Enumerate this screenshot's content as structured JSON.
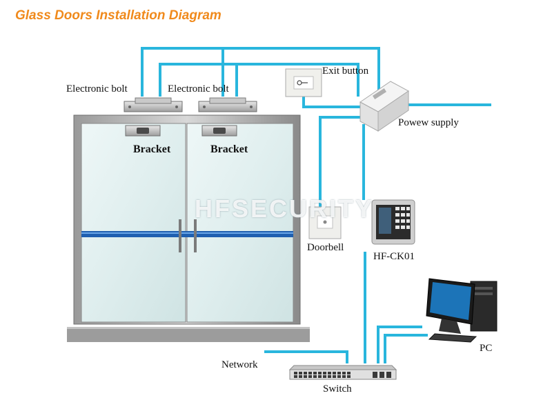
{
  "title": "Glass Doors Installation Diagram",
  "watermark": "HFSECURITY",
  "labels": {
    "electronic_bolt_left": "Electronic bolt",
    "electronic_bolt_right": "Electronic bolt",
    "bracket_left": "Bracket",
    "bracket_right": "Bracket",
    "exit_button": "Exit button",
    "power_supply": "Powew supply",
    "doorbell": "Doorbell",
    "keypad": "HF-CK01",
    "network": "Network",
    "switch": "Switch",
    "pc": "PC"
  },
  "colors": {
    "wire": "#29b6dd",
    "title": "#f08a1c",
    "door_bar": "#1f5fb0"
  }
}
